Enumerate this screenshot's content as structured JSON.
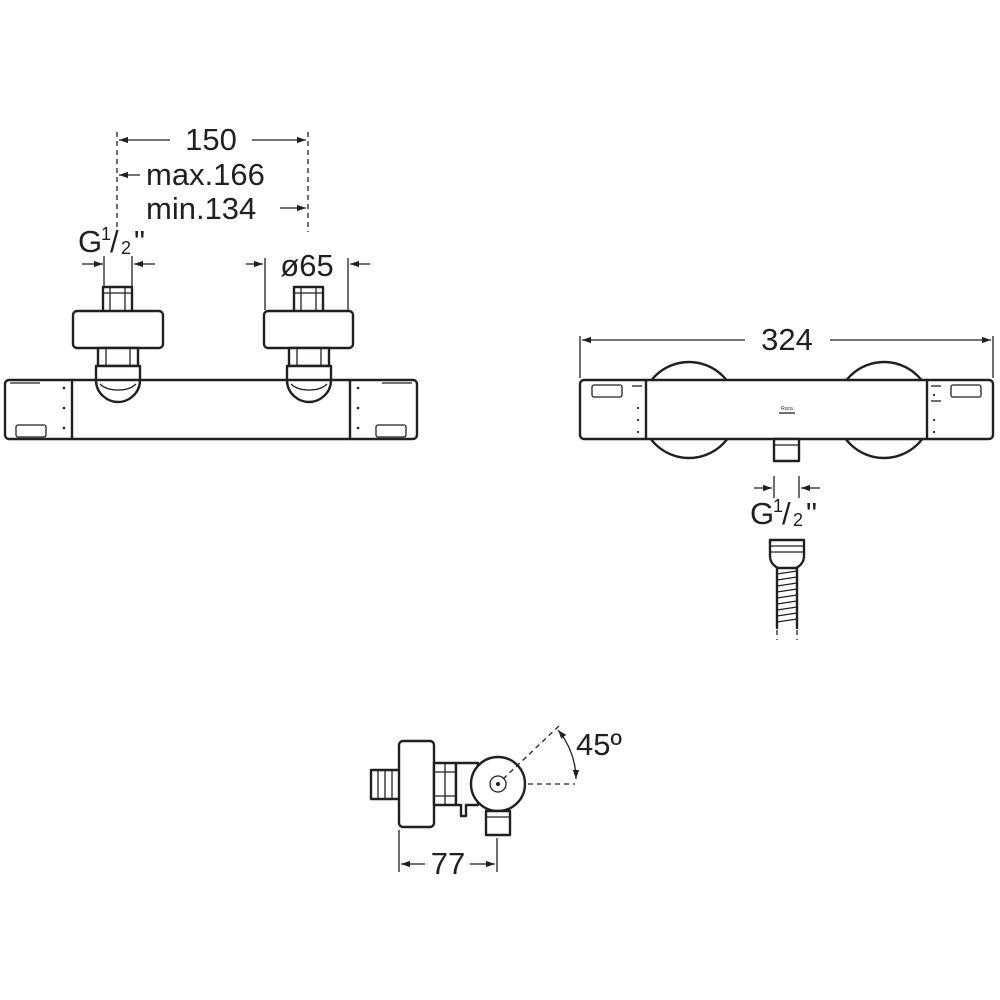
{
  "front_view": {
    "dim_spacing": "150",
    "dim_max": "max.166",
    "dim_min": "min.134",
    "dim_thread": {
      "main": "G",
      "num": "1",
      "den": "2",
      "mark": "\""
    },
    "dim_diameter": "ø65"
  },
  "back_view": {
    "dim_length": "324",
    "dim_outlet": {
      "main": "G",
      "num": "1",
      "den": "2",
      "mark": "\""
    },
    "brand_mark": "Roca"
  },
  "side_view": {
    "dim_depth": "77",
    "dim_angle": "45º"
  }
}
